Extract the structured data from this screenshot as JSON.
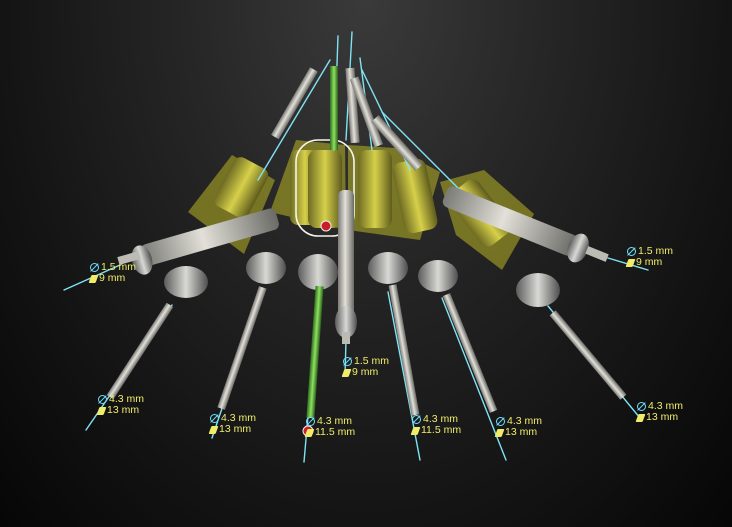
{
  "colors": {
    "background": "#1e1e1e",
    "guide_line": "#7fe3f5",
    "implant_body": "#c4c2b8",
    "planning_sleeve": "#c6c12e",
    "active_guide": "#5fbf3a",
    "label_text": "#f0ec6a",
    "diameter_icon": "#6fe0ff",
    "length_icon": "#f0ec6a",
    "marker": "#c81e2a"
  },
  "icons": {
    "diameter": "diameter-icon",
    "length": "length-icon"
  },
  "implants": [
    {
      "id": "left-angled",
      "diameter": "1.5 mm",
      "length": "9 mm"
    },
    {
      "id": "center-short",
      "diameter": "1.5 mm",
      "length": "9 mm"
    },
    {
      "id": "right-angled",
      "diameter": "1.5 mm",
      "length": "9 mm"
    },
    {
      "id": "far-left",
      "diameter": "4.3 mm",
      "length": "13 mm"
    },
    {
      "id": "left",
      "diameter": "4.3 mm",
      "length": "13 mm"
    },
    {
      "id": "center",
      "diameter": "4.3 mm",
      "length": "11.5 mm"
    },
    {
      "id": "center-right",
      "diameter": "4.3 mm",
      "length": "11.5 mm"
    },
    {
      "id": "right",
      "diameter": "4.3 mm",
      "length": "13 mm"
    },
    {
      "id": "far-right",
      "diameter": "4.3 mm",
      "length": "13 mm"
    }
  ]
}
